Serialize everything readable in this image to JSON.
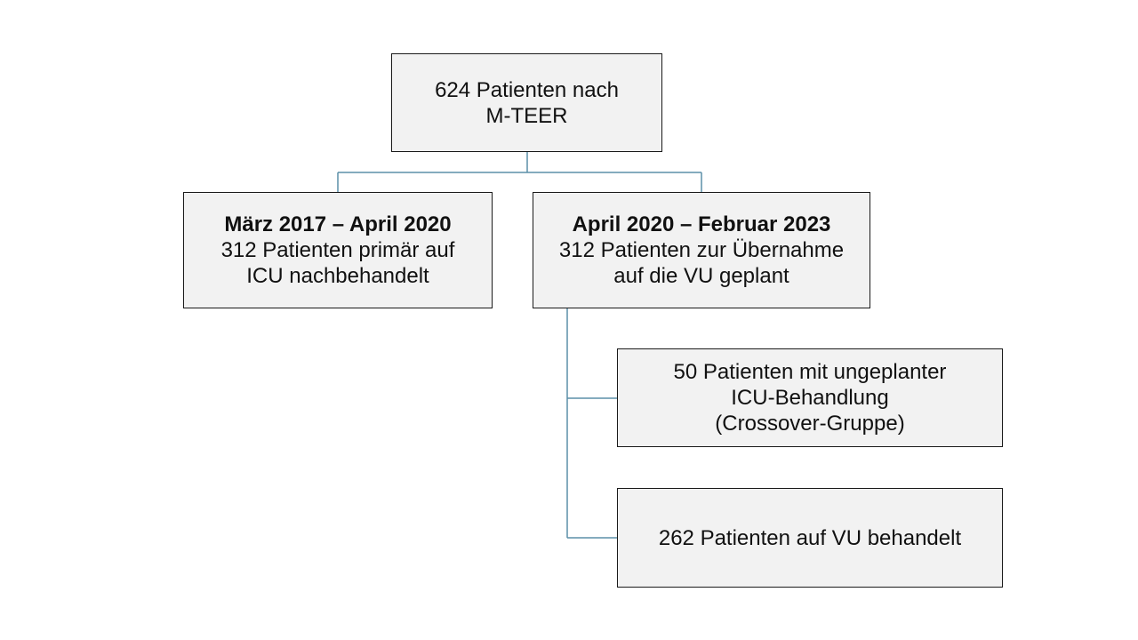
{
  "flowchart": {
    "total": {
      "lines": [
        "624 Patienten nach",
        "M-TEER"
      ]
    },
    "icu_group": {
      "period": "März 2017 – April 2020",
      "lines": [
        "312 Patienten primär auf",
        "ICU nachbehandelt"
      ]
    },
    "vu_group": {
      "period": "April 2020 – Februar 2023",
      "lines": [
        "312 Patienten zur Übernahme",
        "auf die VU geplant"
      ]
    },
    "crossover": {
      "lines": [
        "50 Patienten mit ungeplanter",
        "ICU-Behandlung",
        "(Crossover-Gruppe)"
      ]
    },
    "vu_treated": {
      "lines": [
        "262 Patienten auf VU behandelt"
      ]
    }
  },
  "colors": {
    "connector": "#5b8fa8",
    "box_fill": "#f2f2f2",
    "box_border": "#1a1a1a"
  }
}
